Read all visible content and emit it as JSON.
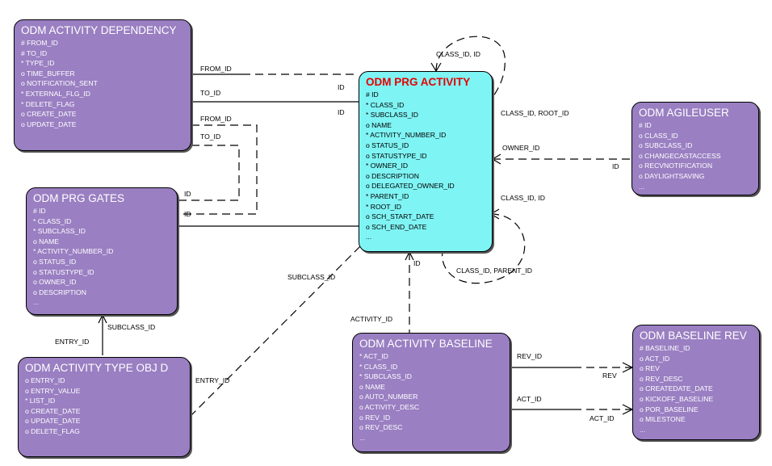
{
  "entities": {
    "dependency": {
      "title": "ODM ACTIVITY DEPENDENCY",
      "fields": [
        "# FROM_ID",
        "# TO_ID",
        "* TYPE_ID",
        "o TIME_BUFFER",
        "o NOTIFICATION_SENT",
        "* EXTERNAL_FLG_ID",
        "* DELETE_FLAG",
        "o CREATE_DATE",
        "o UPDATE_DATE"
      ]
    },
    "activity": {
      "title": "ODM PRG ACTIVITY",
      "fields": [
        "# ID",
        "* CLASS_ID",
        "* SUBCLASS_ID",
        "o NAME",
        "* ACTIVITY_NUMBER_ID",
        "o STATUS_ID",
        "o STATUSTYPE_ID",
        "* OWNER_ID",
        "o DESCRIPTION",
        "o DELEGATED_OWNER_ID",
        "* PARENT_ID",
        "* ROOT_ID",
        "o SCH_START_DATE",
        "o SCH_END_DATE",
        "..."
      ]
    },
    "agileuser": {
      "title": "ODM AGILEUSER",
      "fields": [
        "# ID",
        "o CLASS_ID",
        "o SUBCLASS_ID",
        "o CHANGECASTACCESS",
        "o RECVNOTIFICATION",
        "o DAYLIGHTSAVING",
        "..."
      ]
    },
    "gates": {
      "title": "ODM PRG GATES",
      "fields": [
        "# ID",
        "* CLASS_ID",
        "* SUBCLASS_ID",
        "o NAME",
        "* ACTIVITY_NUMBER_ID",
        "o STATUS_ID",
        "o STATUSTYPE_ID",
        "o OWNER_ID",
        "o DESCRIPTION",
        "..."
      ]
    },
    "typeobj": {
      "title": "ODM ACTIVITY TYPE OBJ D",
      "fields": [
        "o ENTRY_ID",
        "o ENTRY_VALUE",
        "* LIST_ID",
        "o CREATE_DATE",
        "o UPDATE_DATE",
        "o DELETE_FLAG"
      ]
    },
    "baseline": {
      "title": "ODM ACTIVITY BASELINE",
      "fields": [
        "* ACT_ID",
        "* CLASS_ID",
        "* SUBCLASS_ID",
        "o NAME",
        "o AUTO_NUMBER",
        "o ACTIVITY_DESC",
        "o REV_ID",
        "o REV_DESC",
        "..."
      ]
    },
    "baselinerev": {
      "title": "ODM BASELINE REV",
      "fields": [
        "# BASELINE_ID",
        "o ACT_ID",
        "o REV",
        "o REV_DESC",
        "o CREATEDATE_DATE",
        "o KICKOFF_BASELINE",
        "o POR_BASELINE",
        "o MILESTONE",
        "..."
      ]
    }
  },
  "labels": {
    "from_id": "FROM_ID",
    "to_id": "TO_ID",
    "id": "ID",
    "class_id_id": "CLASS_ID, ID",
    "class_id_root_id": "CLASS_ID, ROOT_ID",
    "owner_id": "OWNER_ID",
    "class_id_parent_id": "CLASS_ID, PARENT_ID",
    "subclass_id": "SUBCLASS_ID",
    "entry_id": "ENTRY_ID",
    "activity_id": "ACTIVITY_ID",
    "rev_id": "REV_ID",
    "rev": "REV",
    "act_id": "ACT_ID"
  }
}
